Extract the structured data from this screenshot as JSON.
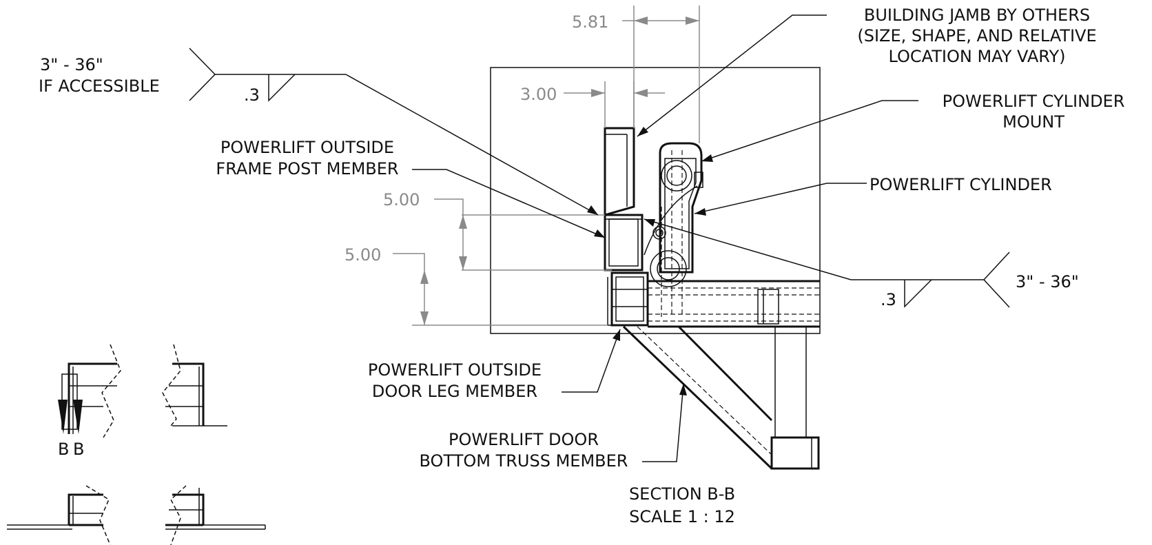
{
  "callouts": {
    "building_jamb": [
      "BUILDING JAMB BY OTHERS",
      "(SIZE, SHAPE, AND RELATIVE",
      "LOCATION MAY VARY)"
    ],
    "cylinder_mount": [
      "POWERLIFT CYLINDER",
      "MOUNT"
    ],
    "cylinder": "POWERLIFT CYLINDER",
    "frame_post": [
      "POWERLIFT OUTSIDE",
      "FRAME POST MEMBER"
    ],
    "door_leg": [
      "POWERLIFT OUTSIDE",
      "DOOR LEG MEMBER"
    ],
    "bottom_truss": [
      "POWERLIFT DOOR",
      "BOTTOM TRUSS MEMBER"
    ]
  },
  "welds": {
    "left": {
      "note": [
        "3\" - 36\"",
        "IF ACCESSIBLE"
      ],
      "size": ".3"
    },
    "right": {
      "note": "3\" - 36\"",
      "size": ".3"
    }
  },
  "dimensions": {
    "jamb_width": "5.81",
    "jamb_gap": "3.00",
    "post_height": "5.00",
    "leg_height": "5.00"
  },
  "section": {
    "title": "SECTION B-B",
    "scale": "SCALE 1 : 12"
  },
  "overview": {
    "section_marks": [
      "B",
      "B"
    ]
  }
}
